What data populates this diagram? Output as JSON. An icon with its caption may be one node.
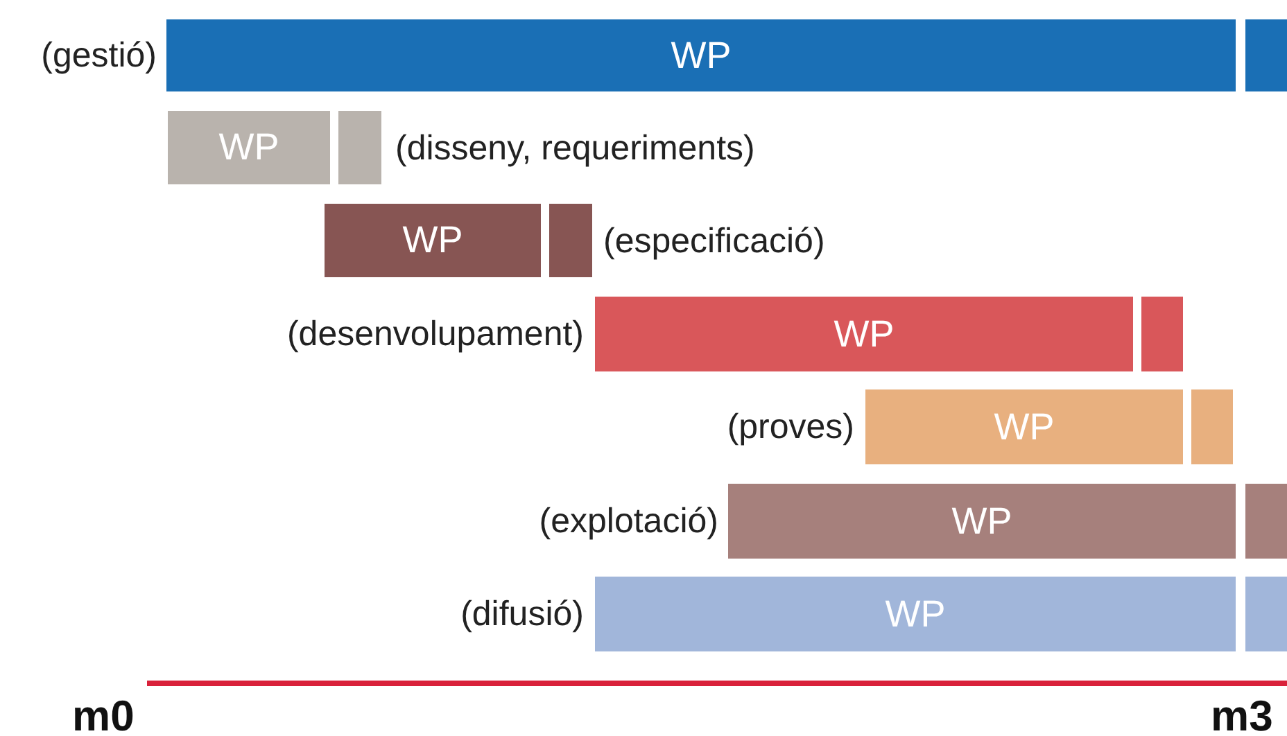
{
  "diagram": {
    "nodes": [
      {
        "text": [
          "WP"
        ],
        "beside": [
          "(gestió)"
        ]
      },
      {
        "text": [],
        "shape": "bar"
      },
      {
        "text": [
          "WP"
        ]
      },
      {
        "text": [],
        "shape": "bar",
        "beside": [
          "(disseny, requeriments)"
        ]
      },
      {
        "text": [
          "WP"
        ]
      },
      {
        "text": [],
        "shape": "bar",
        "beside": [
          "(especificació)"
        ]
      },
      {
        "text": [
          "WP"
        ],
        "beside": [
          "(desenvolupament)"
        ]
      },
      {
        "text": [],
        "shape": "bar"
      },
      {
        "text": [
          "WP"
        ],
        "beside": [
          "(proves)"
        ]
      },
      {
        "text": [],
        "shape": "bar"
      },
      {
        "text": [
          "WP"
        ],
        "beside": [
          "(explotació)"
        ]
      },
      {
        "text": [],
        "shape": "bar"
      },
      {
        "text": [
          "WP"
        ],
        "beside": [
          "(difusió)"
        ]
      },
      {
        "text": [],
        "shape": "bar"
      }
    ],
    "labels": [
      "m0",
      "m3"
    ]
  }
}
